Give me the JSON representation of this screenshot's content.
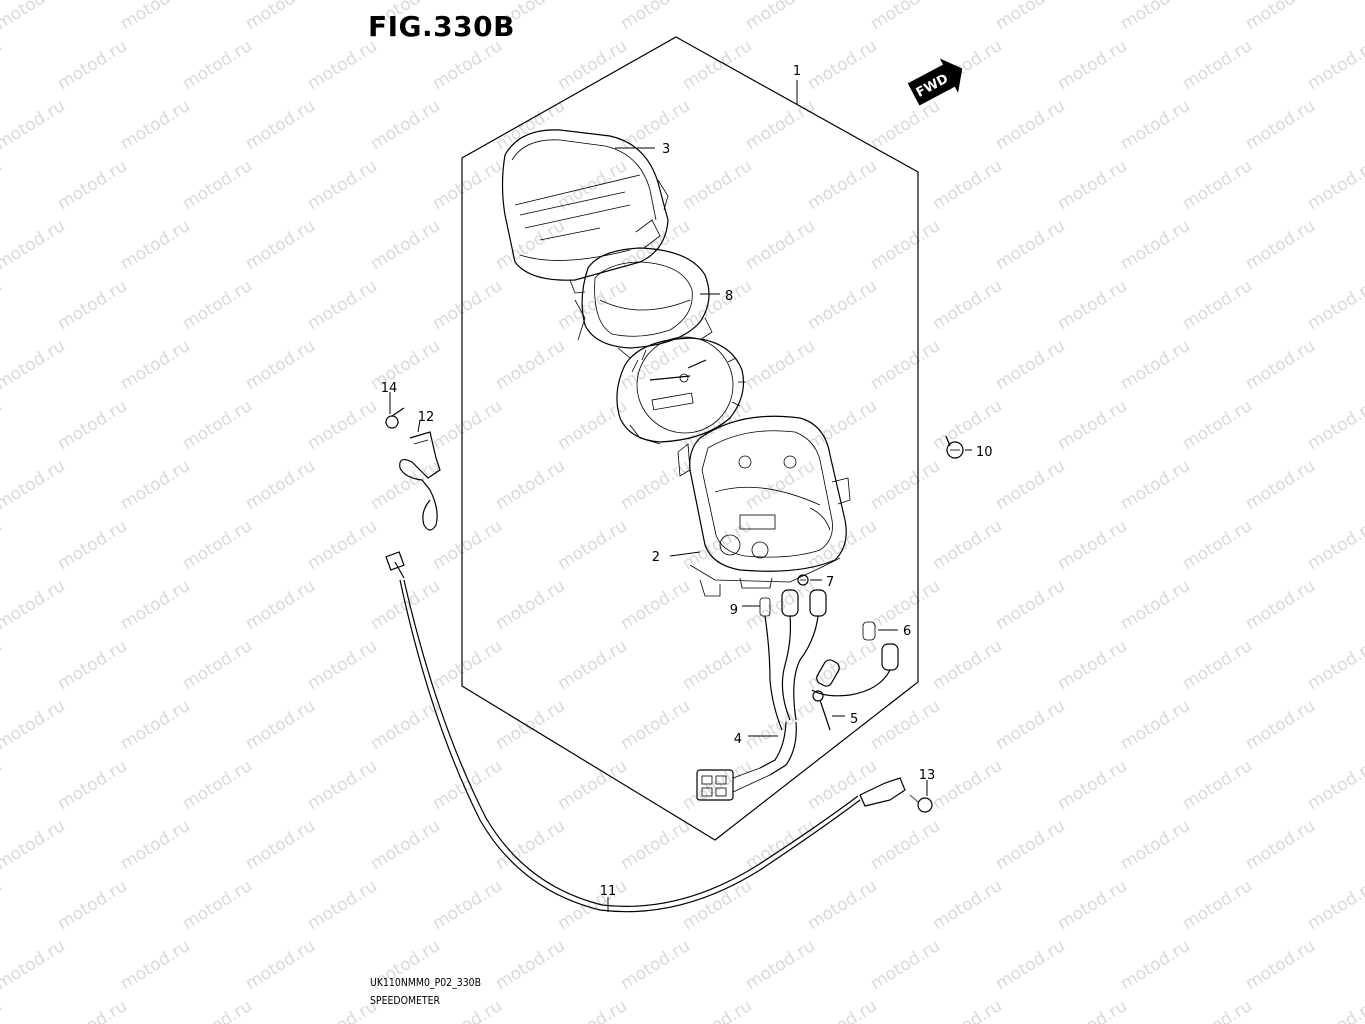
{
  "figure": {
    "title": "FIG.330B"
  },
  "fwd_badge": {
    "label": "FWD"
  },
  "watermark": {
    "text": "motod.ru"
  },
  "footer": {
    "code": "UK110NMM0_P02_330B",
    "caption": "SPEEDOMETER"
  },
  "callouts": [
    {
      "num": "1",
      "part": "meter-assembly-outline"
    },
    {
      "num": "2",
      "part": "meter-case"
    },
    {
      "num": "3",
      "part": "meter-lens-cover"
    },
    {
      "num": "4",
      "part": "wiring-harness"
    },
    {
      "num": "5",
      "part": "screw"
    },
    {
      "num": "6",
      "part": "bulb"
    },
    {
      "num": "7",
      "part": "screw-small"
    },
    {
      "num": "8",
      "part": "meter-bezel"
    },
    {
      "num": "9",
      "part": "bulb-small"
    },
    {
      "num": "10",
      "part": "mounting-screw"
    },
    {
      "num": "11",
      "part": "speedometer-cable"
    },
    {
      "num": "12",
      "part": "cable-guide-clamp"
    },
    {
      "num": "13",
      "part": "cable-bolt"
    },
    {
      "num": "14",
      "part": "clamp-screw"
    }
  ]
}
